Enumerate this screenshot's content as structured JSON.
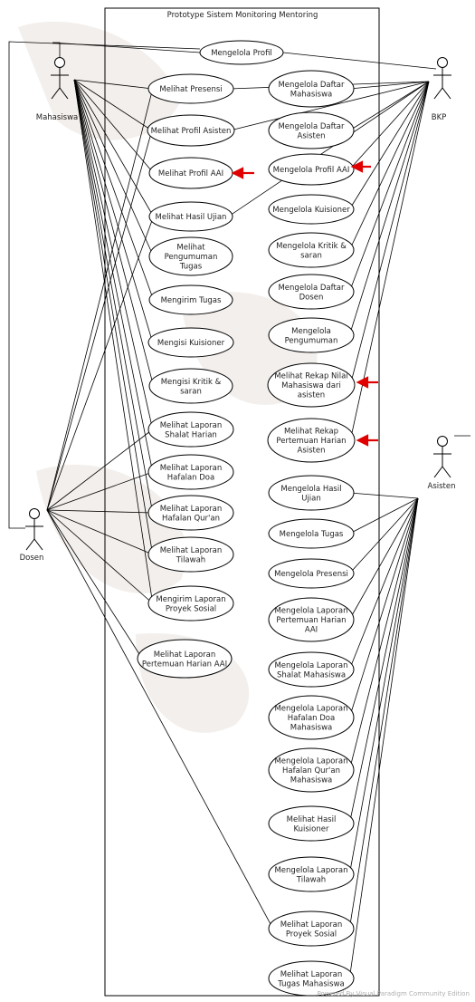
{
  "title": "Prototype Sistem Monitoring Mentoring",
  "footer": "Powered By Visual Paradigm Community Edition",
  "actors": [
    {
      "id": "mahasiswa",
      "label": "Mahasiswa"
    },
    {
      "id": "bkp",
      "label": "BKP"
    },
    {
      "id": "dosen",
      "label": "Dosen"
    },
    {
      "id": "asisten",
      "label": "Asisten"
    }
  ],
  "use_cases": [
    {
      "id": "mengelola-profil",
      "lines": [
        "Mengelola Profil"
      ]
    },
    {
      "id": "melihat-presensi",
      "lines": [
        "Melihat Presensi"
      ]
    },
    {
      "id": "melihat-profil-asisten",
      "lines": [
        "Melihat Profil Asisten"
      ]
    },
    {
      "id": "melihat-profil-aai",
      "lines": [
        "Melihat Profil AAI"
      ]
    },
    {
      "id": "melihat-hasil-ujian",
      "lines": [
        "Melihat Hasil Ujian"
      ]
    },
    {
      "id": "melihat-pengumuman-tugas",
      "lines": [
        "Melihat",
        "Pengumuman",
        "Tugas"
      ]
    },
    {
      "id": "mengirim-tugas",
      "lines": [
        "Mengirim Tugas"
      ]
    },
    {
      "id": "mengisi-kuisioner",
      "lines": [
        "Mengisi Kuisioner"
      ]
    },
    {
      "id": "mengisi-kritik-saran",
      "lines": [
        "Mengisi Kritik &",
        "saran"
      ]
    },
    {
      "id": "melihat-laporan-shalat",
      "lines": [
        "Melihat Laporan",
        "Shalat Harian"
      ]
    },
    {
      "id": "melihat-laporan-hafalan-doa",
      "lines": [
        "Melihat Laporan",
        "Hafalan Doa"
      ]
    },
    {
      "id": "melihat-laporan-hafalan-quran",
      "lines": [
        "Melihat Laporan",
        "Hafalan Qur'an"
      ]
    },
    {
      "id": "melihat-laporan-tilawah",
      "lines": [
        "Melihat Laporan",
        "Tilawah"
      ]
    },
    {
      "id": "mengirim-laporan-proyek-sosial",
      "lines": [
        "Mengirim Laporan",
        "Proyek Sosial"
      ]
    },
    {
      "id": "melihat-laporan-pertemuan-aai",
      "lines": [
        "Melihat Laporan",
        "Pertemuan Harian AAI"
      ]
    },
    {
      "id": "mengelola-daftar-mahasiswa",
      "lines": [
        "Mengelola Daftar",
        "Mahasiswa"
      ]
    },
    {
      "id": "mengelola-daftar-asisten",
      "lines": [
        "Mengelola Daftar",
        "Asisten"
      ]
    },
    {
      "id": "mengelola-profil-aai",
      "lines": [
        "Mengelola Profil AAI"
      ]
    },
    {
      "id": "mengelola-kuisioner",
      "lines": [
        "Mengelola Kuisioner"
      ]
    },
    {
      "id": "mengelola-kritik-saran",
      "lines": [
        "Mengelola Kritik &",
        "saran"
      ]
    },
    {
      "id": "mengelola-daftar-dosen",
      "lines": [
        "Mengelola Daftar",
        "Dosen"
      ]
    },
    {
      "id": "mengelola-pengumuman",
      "lines": [
        "Mengelola",
        "Pengumuman"
      ]
    },
    {
      "id": "melihat-rekap-nilai",
      "lines": [
        "Melihat Rekap Nilai",
        "Mahasiswa dari",
        "asisten"
      ]
    },
    {
      "id": "melihat-rekap-pertemuan",
      "lines": [
        "Melihat Rekap",
        "Pertemuan Harian",
        "Asisten"
      ]
    },
    {
      "id": "mengelola-hasil-ujian",
      "lines": [
        "Mengelola Hasil",
        "Ujian"
      ]
    },
    {
      "id": "mengelola-tugas",
      "lines": [
        "Mengelola Tugas"
      ]
    },
    {
      "id": "mengelola-presensi",
      "lines": [
        "Mengelola Presensi"
      ]
    },
    {
      "id": "mengelola-laporan-pertemuan-aai",
      "lines": [
        "Mengelola Laporan",
        "Pertemuan Harian",
        "AAI"
      ]
    },
    {
      "id": "mengelola-laporan-shalat",
      "lines": [
        "Mengelola Laporan",
        "Shalat Mahasiswa"
      ]
    },
    {
      "id": "mengelola-laporan-hafalan-doa",
      "lines": [
        "Mengelola Laporan",
        "Hafalan Doa",
        "Mahasiswa"
      ]
    },
    {
      "id": "mengelola-laporan-hafalan-quran",
      "lines": [
        "Mengelola Laporan",
        "Hafalan Qur'an",
        "Mahasiswa"
      ]
    },
    {
      "id": "melihat-hasil-kuisioner",
      "lines": [
        "Melihat Hasil",
        "Kuisioner"
      ]
    },
    {
      "id": "mengelola-laporan-tilawah",
      "lines": [
        "Mengelola Laporan",
        "Tilawah"
      ]
    },
    {
      "id": "melihat-laporan-proyek-sosial",
      "lines": [
        "Melihat Laporan",
        "Proyek Sosial"
      ]
    },
    {
      "id": "melihat-laporan-tugas-mahasiswa",
      "lines": [
        "Melihat Laporan",
        "Tugas Mahasiswa"
      ]
    }
  ],
  "associations": {
    "mahasiswa": [
      "mengelola-profil",
      "melihat-presensi",
      "melihat-profil-asisten",
      "melihat-profil-aai",
      "melihat-hasil-ujian",
      "melihat-pengumuman-tugas",
      "mengirim-tugas",
      "mengisi-kuisioner",
      "mengisi-kritik-saran",
      "melihat-laporan-shalat",
      "melihat-laporan-hafalan-doa",
      "melihat-laporan-hafalan-quran",
      "melihat-laporan-tilawah",
      "mengirim-laporan-proyek-sosial"
    ],
    "bkp": [
      "mengelola-profil",
      "mengelola-daftar-mahasiswa",
      "mengelola-daftar-asisten",
      "mengelola-profil-aai",
      "mengelola-kuisioner",
      "mengelola-kritik-saran",
      "mengelola-daftar-dosen",
      "mengelola-pengumuman",
      "melihat-rekap-nilai",
      "melihat-rekap-pertemuan",
      "melihat-hasil-ujian",
      "melihat-profil-asisten",
      "melihat-presensi"
    ],
    "dosen": [
      "mengelola-profil",
      "melihat-presensi",
      "melihat-profil-asisten",
      "melihat-hasil-ujian",
      "melihat-laporan-shalat",
      "melihat-laporan-hafalan-doa",
      "melihat-laporan-hafalan-quran",
      "melihat-laporan-tilawah",
      "mengirim-laporan-proyek-sosial",
      "melihat-laporan-pertemuan-aai",
      "melihat-laporan-proyek-sosial"
    ],
    "asisten": [
      "mengelola-hasil-ujian",
      "mengelola-tugas",
      "mengelola-presensi",
      "mengelola-laporan-pertemuan-aai",
      "mengelola-laporan-shalat",
      "mengelola-laporan-hafalan-doa",
      "mengelola-laporan-hafalan-quran",
      "melihat-hasil-kuisioner",
      "mengelola-laporan-tilawah",
      "melihat-laporan-proyek-sosial",
      "melihat-laporan-tugas-mahasiswa"
    ]
  },
  "highlighted": [
    "melihat-profil-aai",
    "mengelola-profil-aai",
    "melihat-rekap-nilai",
    "melihat-rekap-pertemuan"
  ],
  "colors": {
    "highlight_arrow": "#e00000",
    "line": "#000000",
    "background_watermark": "#e9e2dd"
  }
}
